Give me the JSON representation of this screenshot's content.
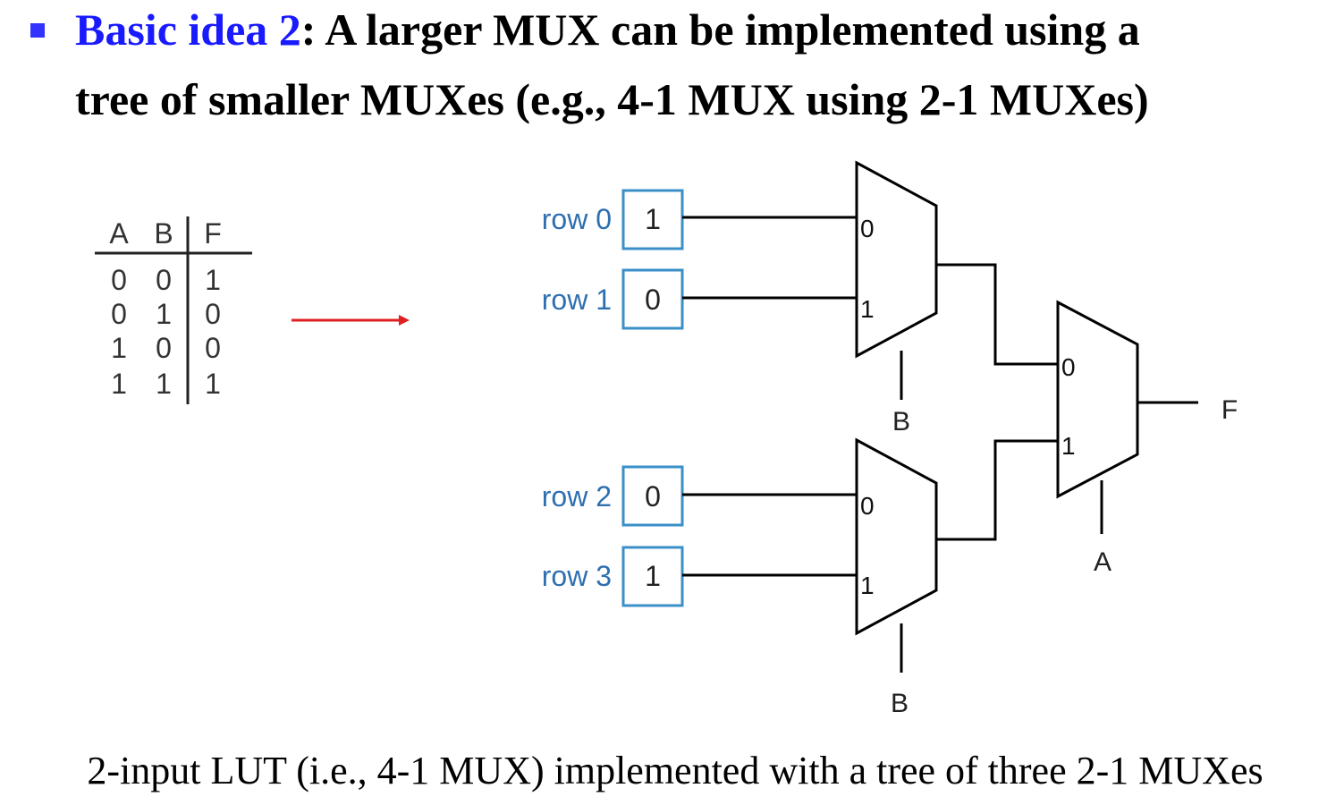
{
  "heading": {
    "highlight": "Basic idea 2",
    "line1_rest": ": A larger MUX can be implemented using a",
    "line2": "tree of smaller MUXes (e.g., 4-1 MUX using 2-1 MUXes)"
  },
  "truth_table": {
    "headers": [
      "A",
      "B",
      "F"
    ],
    "rows": [
      [
        "0",
        "0",
        "1"
      ],
      [
        "0",
        "1",
        "0"
      ],
      [
        "1",
        "0",
        "0"
      ],
      [
        "1",
        "1",
        "1"
      ]
    ]
  },
  "lut": [
    {
      "label": "row 0",
      "value": "1"
    },
    {
      "label": "row 1",
      "value": "0"
    },
    {
      "label": "row 2",
      "value": "0"
    },
    {
      "label": "row 3",
      "value": "1"
    }
  ],
  "mux_inputs": {
    "zero": "0",
    "one": "1"
  },
  "select_labels": {
    "top": "B",
    "bottom": "B",
    "final": "A"
  },
  "output_label": "F",
  "caption": "2-input LUT (i.e., 4-1 MUX) implemented with a tree of  three 2-1 MUXes",
  "colors": {
    "heading_highlight": "#1a1aff",
    "bullet": "#3333ff",
    "lut_box_border": "#3b8fc8",
    "lut_label": "#2e6fb0",
    "arrow": "#e02020",
    "wire": "#000000"
  }
}
